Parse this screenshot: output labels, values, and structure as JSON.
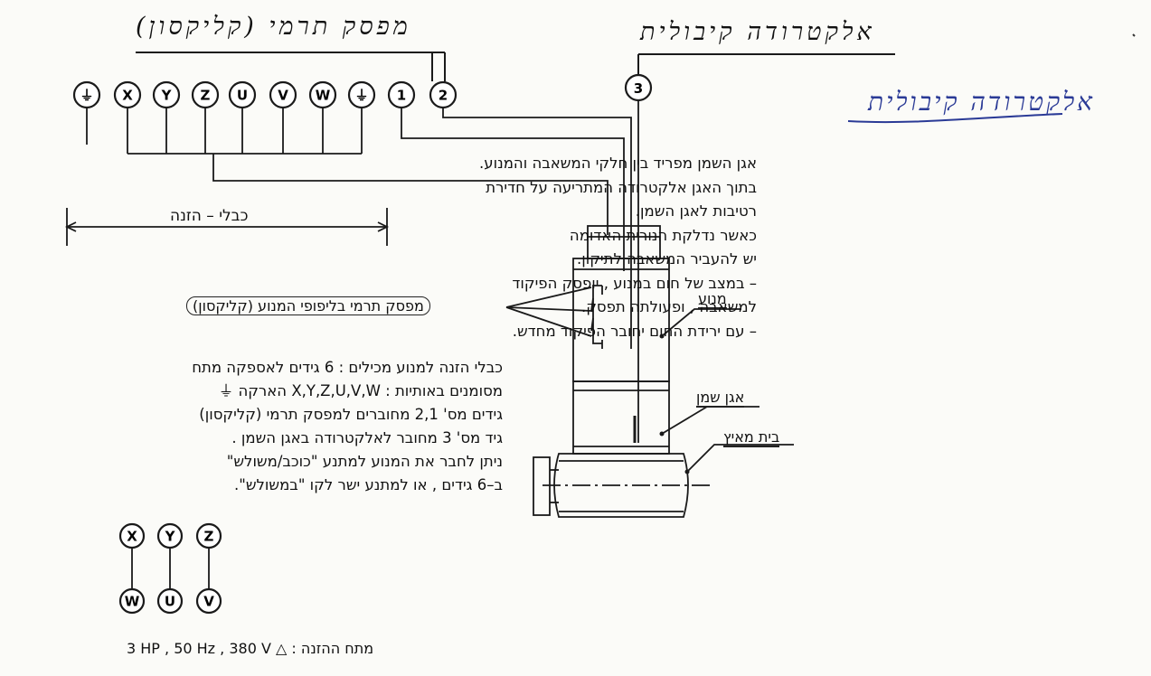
{
  "titles": {
    "thermal_switch_handwritten": "מפסק תרמי (קליקסון)",
    "electrode_handwritten": "אלקטרודה קיבולית",
    "electrode_blue": "אלקטרודה קיבולית"
  },
  "terminals_top": [
    "⏚",
    "X",
    "Y",
    "Z",
    "U",
    "V",
    "W",
    "⏚",
    "1",
    "2"
  ],
  "terminal_electrode": "3",
  "supply_cables_label": "כבלי – הזנה",
  "klixon_label": "מפסק תרמי בליפופי המנוע (קליקסון)",
  "motor_parts": {
    "motor": "מנוע",
    "oil_chamber": "אגן שמן",
    "pump_housing": "בית מאיץ"
  },
  "description": [
    "אגן השמן מפריד בין חלקי המשאבה והמנוע.",
    "בתוך האגן אלקטרודה המתריעה על חדירת",
    "רטיבות לאגן השמן.",
    "כאשר נדלקת הנורית האדומה",
    "יש להעביר המשאבה לתיקון.",
    "– במצב של חום במנוע , יופסק הפיקוד",
    "למשאבה , ופעולתה תפסק.",
    "– עם ירידת החום יחובר הפיקוד מחדש."
  ],
  "cables_notes": [
    "כבלי הזנה למנוע מכילים : 6 גידים לאספקה מתח",
    "מסומנים באותיות : X,Y,Z,U,V,W   הארקה ⏚",
    "גידים מס' 2,1 מחוברים למפסק תרמי (קליקסון)",
    "גיד מס' 3 מחובר לאלקטרודה באגן השמן .",
    "ניתן לחבר את המנוע למתנע \"כוכב/משולש\"",
    "ב–6 גידים , או למתנע ישר לקו \"במשולש\"."
  ],
  "star_delta": {
    "top": [
      "X",
      "Y",
      "Z"
    ],
    "bottom": [
      "W",
      "U",
      "V"
    ]
  },
  "supply_voltage": "3 HP , 50 Hz , 380 V △ : מתח ההזנה"
}
